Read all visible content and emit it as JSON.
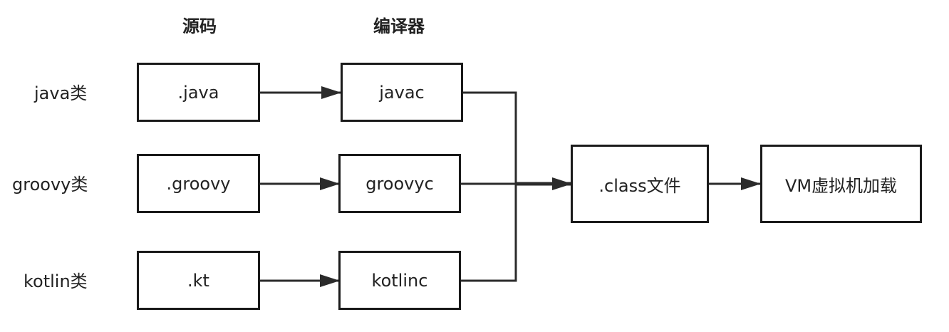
{
  "headers": {
    "source": "源码",
    "compiler": "编译器"
  },
  "rows": [
    {
      "label": "java类",
      "source": ".java",
      "compiler": "javac"
    },
    {
      "label": "groovy类",
      "source": ".groovy",
      "compiler": "groovyc"
    },
    {
      "label": "kotlin类",
      "source": ".kt",
      "compiler": "kotlinc"
    }
  ],
  "output": {
    "class_file": ".class文件",
    "vm_load": "VM虚拟机加载"
  },
  "colors": {
    "line": "#2b2b2b",
    "border": "#1a1a1a",
    "text": "#222222"
  }
}
